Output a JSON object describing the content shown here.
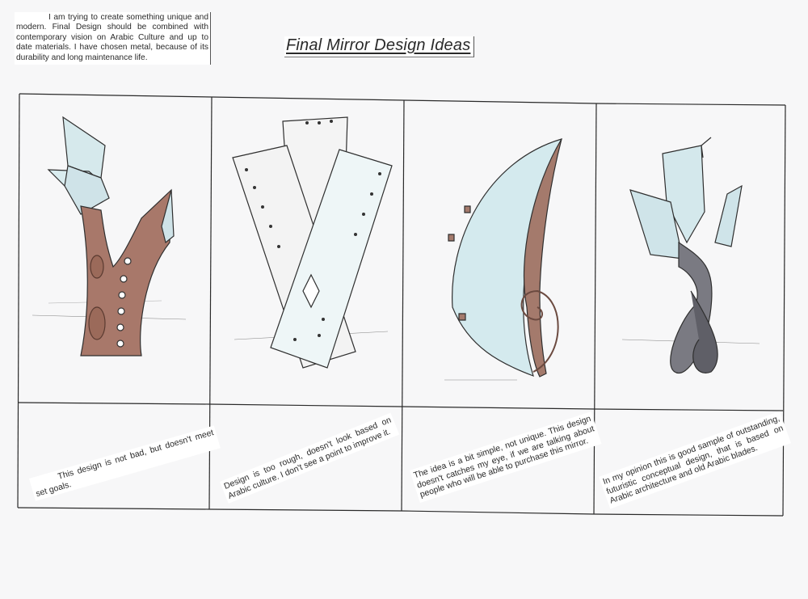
{
  "page": {
    "intro_text": "I am trying to create something unique and modern. Final Design should be combined with contemporary vision on Arabic Culture and up to date materials. I have chosen metal, because of its durability and long maintenance life.",
    "title": "Final Mirror Design Ideas"
  },
  "panels": [
    {
      "caption": "This design is not bad, but doesn't meet set goals."
    },
    {
      "caption": "Design is too rough, doesn't look based on Arabic culture. I don't see a point to improve it."
    },
    {
      "caption": "The idea is a bit simple, not unique. This design doesn't catches my eye, if we are talking about people who will be able to purchase this mirror."
    },
    {
      "caption": "In my opinion this is good sample of outstanding, futuristic conceptual design, that is based on Arabic architecture and old Arabic blades."
    }
  ],
  "colors": {
    "ink": "#2a2a2a",
    "wood": "#a06f5f",
    "mirror": "#cfe6ea",
    "dark_metal": "#6b6b73"
  }
}
